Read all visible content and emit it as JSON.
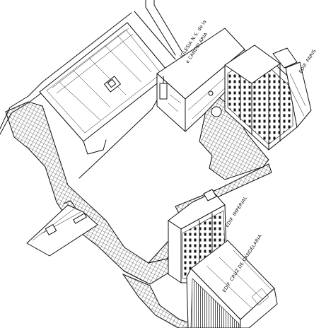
{
  "labels": {
    "iglesia_line1": "IGLESIA N.S. de la",
    "iglesia_line2": "e CANDELARIA",
    "edif_paris": "EDIF. PARIS",
    "edif_imperial": "EDIF. IMPERIAL",
    "edif_cruz": "EDIF. CRUZ DE CANDELARIA"
  }
}
